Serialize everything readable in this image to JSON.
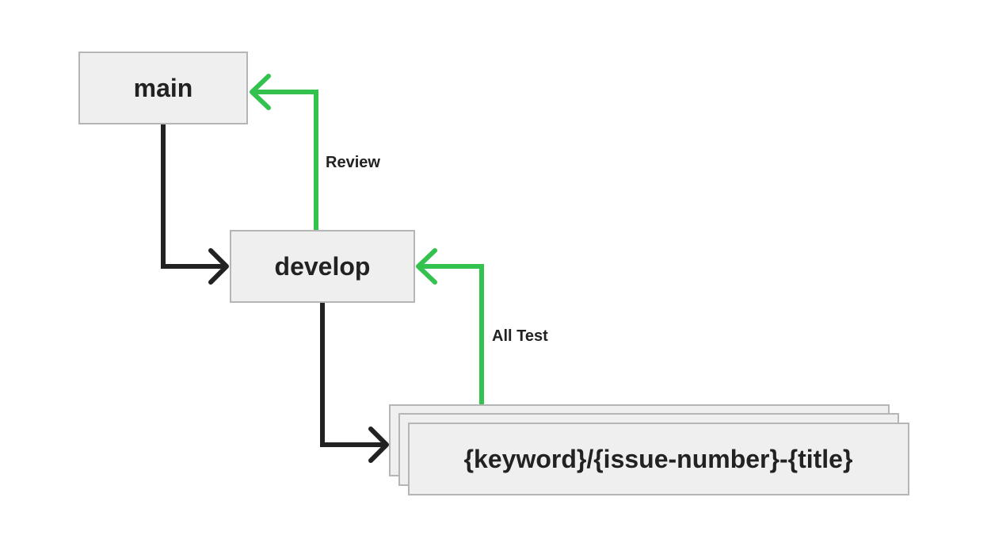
{
  "nodes": {
    "main": {
      "label": "main"
    },
    "develop": {
      "label": "develop"
    },
    "feature": {
      "label": "{keyword}/{issue-number}-{title}"
    }
  },
  "edges": {
    "develop_to_main": {
      "label": "Review",
      "color": "#33c24d"
    },
    "feature_to_develop": {
      "label": "All Test",
      "color": "#33c24d"
    },
    "main_to_develop": {
      "label": "",
      "color": "#222222"
    },
    "develop_to_feature": {
      "label": "",
      "color": "#222222"
    }
  },
  "colors": {
    "box_fill": "#efefef",
    "box_stroke": "#b5b5b5",
    "text": "#222222",
    "merge_arrow": "#33c24d",
    "branch_arrow": "#222222"
  }
}
